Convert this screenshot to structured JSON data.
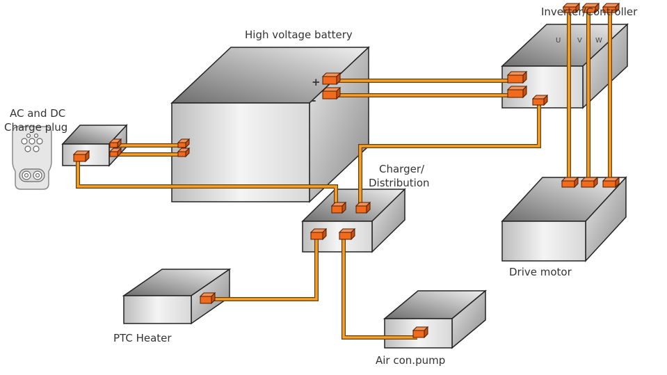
{
  "labels": {
    "battery": "High voltage battery",
    "inverter": "Inverter/Controller",
    "plug_line1": "AC and DC",
    "plug_line2": "Charge plug",
    "charger_line1": "Charger/",
    "charger_line2": "Distribution",
    "motor": "Drive motor",
    "ptc": "PTC Heater",
    "aircon": "Air con.pump",
    "plus": "+",
    "minus": "–",
    "phase_u": "U",
    "phase_v": "V",
    "phase_w": "W"
  },
  "colors": {
    "cable": "#f5a02a",
    "connector": "#f26b1d",
    "box_gray": "#8c8c8c"
  }
}
